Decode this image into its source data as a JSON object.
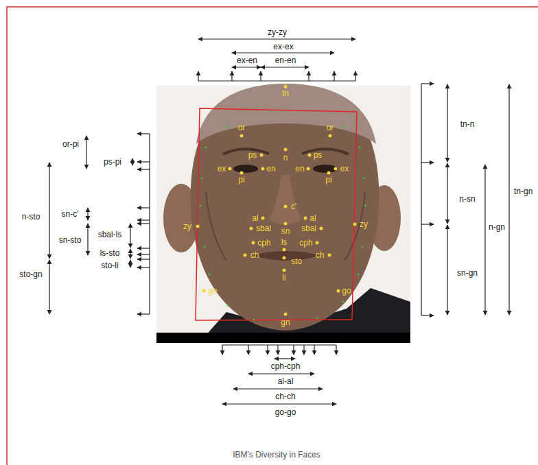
{
  "diagram": {
    "caption": "IBM's Diversity in Faces",
    "labels": [
      "tn",
      "or",
      "or",
      "n",
      "ps",
      "ps",
      "ex",
      "en",
      "en",
      "ex",
      "pi",
      "pi",
      "c'",
      "al",
      "al",
      "zy",
      "zy",
      "sbal",
      "sn",
      "sbal",
      "cph",
      "ls",
      "cph",
      "ch",
      "sto",
      "ch",
      "li",
      "go",
      "go",
      "gn",
      "zy-zy",
      "ex-ex",
      "ex-en",
      "en-en",
      "or-pi",
      "ps-pi",
      "n-sto",
      "sn-c'",
      "sn-sto",
      "sbal-ls",
      "ls-sto",
      "sto-li",
      "sto-gn",
      "tn-n",
      "n-sn",
      "sn-gn",
      "n-gn",
      "tn-gn",
      "cph-cph",
      "al-al",
      "ch-ch",
      "go-go"
    ]
  }
}
